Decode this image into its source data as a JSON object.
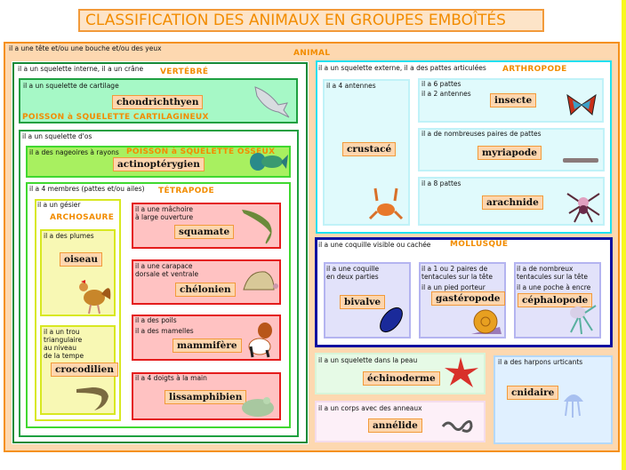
{
  "title": "CLASSIFICATION DES ANIMAUX EN GROUPES EMBOÎTÉS",
  "animal": {
    "criterion": "il a une tête et/ou une bouche et/ou des yeux",
    "name": "ANIMAL"
  },
  "vertebre": {
    "criterion": "il a un squelette interne, il a un crâne",
    "name": "VERTÉBRÉ",
    "cartilage": {
      "criterion": "il a un squelette de cartilage",
      "word": "chondrichthyen",
      "name": "POISSON à SQUELETTE CARTILAGINEUX"
    },
    "os": {
      "criterion": "il a un squelette d'os",
      "nageoires": {
        "criterion": "il a des nageoires à rayons",
        "name": "POISSON à SQUELETTE OSSEUX",
        "word": "actinoptérygien"
      },
      "tetrapode": {
        "criterion": "il a 4 membres (pattes et/ou ailes)",
        "name": "TÉTRAPODE",
        "archosaure": {
          "criterion": "il a un gésier",
          "name": "ARCHOSAURE",
          "oiseau": {
            "criterion": "il a des plumes",
            "word": "oiseau"
          },
          "crocodilien": {
            "criterion": "il a un trou\ntriangulaire\nau niveau\nde la tempe",
            "word": "crocodilien"
          }
        },
        "squamate": {
          "criterion": "il a une mâchoire\nà large ouverture",
          "word": "squamate"
        },
        "chelonien": {
          "criterion": "il a une carapace\ndorsale et ventrale",
          "word": "chélonien"
        },
        "mammifere": {
          "criterion1": "il a des poils",
          "criterion2": "il a des mamelles",
          "word": "mammifère"
        },
        "lissamphibien": {
          "criterion": "il a 4 doigts à la main",
          "word": "lissamphibien"
        }
      }
    }
  },
  "arthropode": {
    "criterion": "il a un squelette externe, il a des pattes articulées",
    "name": "ARTHROPODE",
    "crustace": {
      "criterion": "il a 4 antennes",
      "word": "crustacé"
    },
    "insecte": {
      "criterion1": "il a 6 pattes",
      "criterion2": "il a 2 antennes",
      "word": "insecte"
    },
    "myriapode": {
      "criterion": "il a de nombreuses paires de pattes",
      "word": "myriapode"
    },
    "arachnide": {
      "criterion": "il a 8 pattes",
      "word": "arachnide"
    }
  },
  "mollusque": {
    "criterion": "il a une coquille visible ou cachée",
    "name": "MOLLUSQUE",
    "bivalve": {
      "criterion": "il a une coquille\nen deux parties",
      "word": "bivalve"
    },
    "gasteropode": {
      "criterion1": "il a 1 ou 2 paires de\ntentacules sur la tête",
      "criterion2": "il a un pied porteur",
      "word": "gastéropode"
    },
    "cephalopode": {
      "criterion1": "il a de nombreux\ntentacules sur la tête",
      "criterion2": "il a une poche à encre",
      "word": "céphalopode"
    }
  },
  "echinoderme": {
    "criterion": "il a un squelette dans la peau",
    "word": "échinoderme"
  },
  "annelide": {
    "criterion": "il a un corps avec des anneaux",
    "word": "annélide"
  },
  "cnidaire": {
    "criterion": "il a des harpons urticants",
    "word": "cnidaire"
  }
}
